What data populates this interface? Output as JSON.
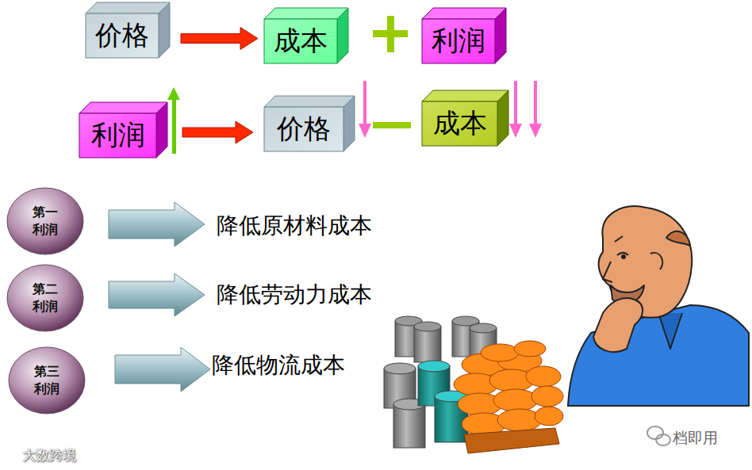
{
  "diagram": {
    "nodes": [
      {
        "text": [
          "价格"
        ]
      },
      {
        "text": [
          "成本"
        ]
      },
      {
        "text": [
          "利润"
        ]
      },
      {
        "text": [
          "利润"
        ]
      },
      {
        "text": [
          "价格"
        ]
      },
      {
        "text": [
          "成本"
        ]
      },
      {
        "text": [
          "第一 利润"
        ]
      },
      {
        "text": [
          "第二 利润"
        ]
      },
      {
        "text": [
          "第三 利润"
        ]
      }
    ],
    "edges": [
      {
        "from": 0,
        "to": 1,
        "arrow": "to"
      },
      {
        "from": 3,
        "to": 4,
        "arrow": "to"
      }
    ],
    "labels": [
      "降低原材料成本",
      "降低劳动力成本",
      "降低物流成本",
      "大数跨境",
      "档即用"
    ]
  }
}
